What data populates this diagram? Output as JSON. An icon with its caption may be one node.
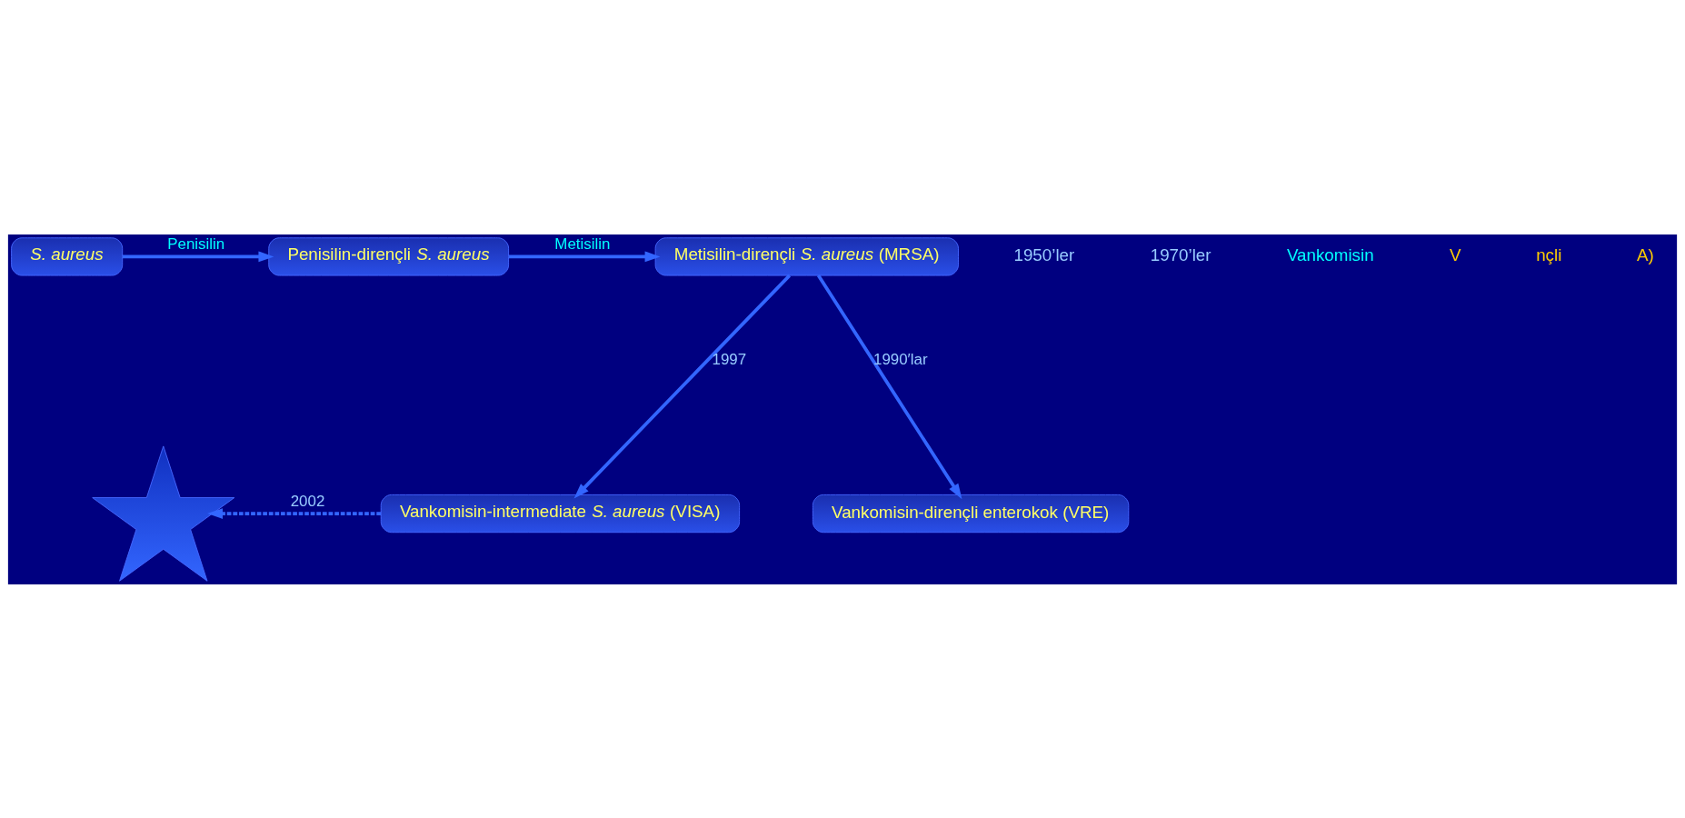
{
  "diagram": {
    "nodes": [
      {
        "text": [
          "*S. aureus*"
        ]
      },
      {
        "text": [
          "Penisilin-dirençli *S. aureus*"
        ]
      },
      {
        "text": [
          "Metisilin-dirençli *S. aureus* (MRSA)"
        ]
      },
      {
        "text": [],
        "shape": "star"
      },
      {
        "text": [
          "Vankomisin-intermediate *S. aureus* (VISA)"
        ]
      },
      {
        "text": [
          "Vankomisin-dirençli enterokok (VRE)"
        ]
      }
    ],
    "edges": [
      {
        "from": 0,
        "to": 1,
        "arrow": "to",
        "label": "Penisilin"
      },
      {
        "from": 1,
        "to": 2,
        "arrow": "to",
        "label": "Metisilin"
      },
      {
        "from": 2,
        "to": 4,
        "arrow": "to",
        "label": "1997"
      },
      {
        "from": 2,
        "to": 5,
        "arrow": "to",
        "label": "1990′lar"
      },
      {
        "from": 4,
        "to": 3,
        "arrow": "to",
        "label": "2002",
        "style": "dashed"
      }
    ],
    "labels": [
      "1950’ler",
      "1970’ler",
      "Vankomisin",
      "V",
      "nçli",
      "A)"
    ]
  }
}
